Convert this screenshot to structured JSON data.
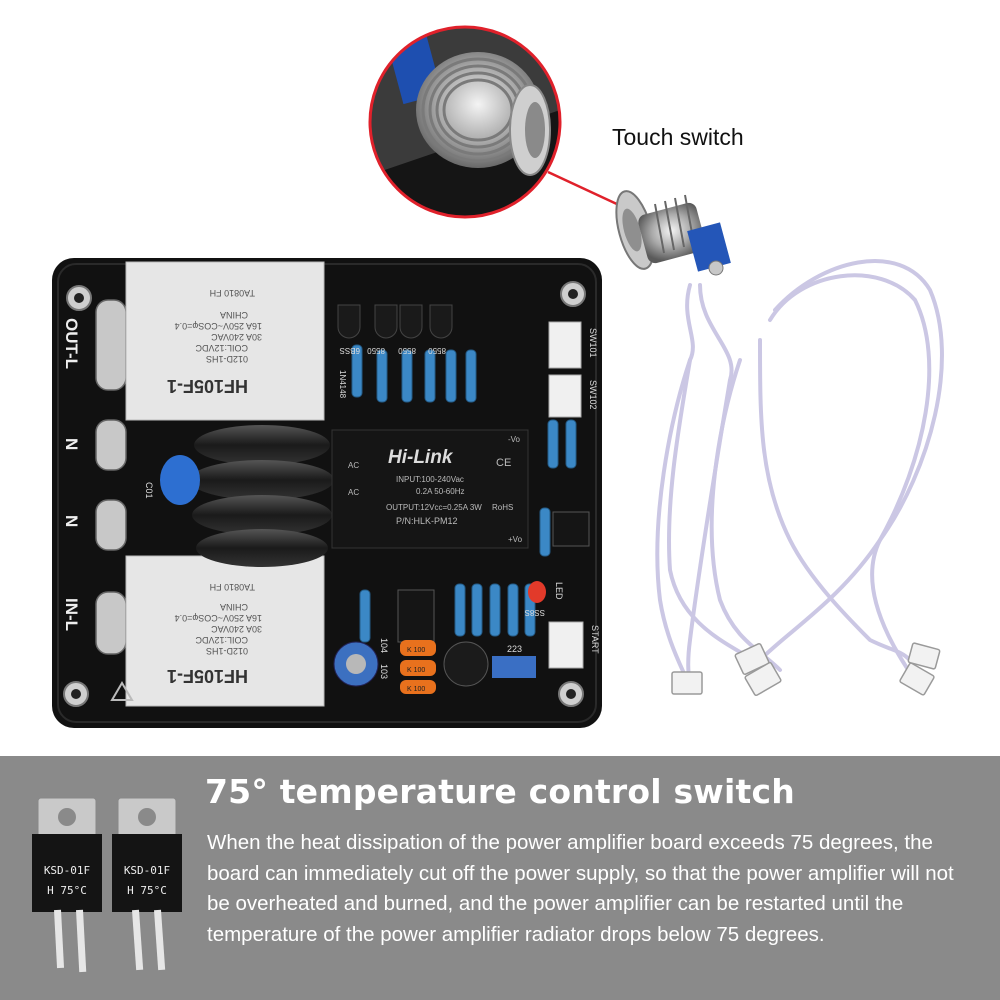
{
  "callout": {
    "label": "Touch switch"
  },
  "board": {
    "terminals": [
      "OUT-L",
      "N",
      "N",
      "IN-L"
    ],
    "relay_model": "HF105F-1",
    "relay_lines": [
      "012D-1HS",
      "COIL:12VDC",
      "30A 240VAC",
      "16A 250V~COSφ=0.4",
      "CHINA",
      "TA0810 FH"
    ],
    "module_brand": "Hi-Link",
    "module_lines": [
      "INPUT:100-240Vac",
      "0.2A 50-60Hz",
      "OUTPUT:12Vcc=0.25A 3W",
      "P/N:HLK-PM12"
    ],
    "module_pins": [
      "AC",
      "AC",
      "-Vo",
      "+Vo",
      "RoHS",
      "CE"
    ],
    "connectors": [
      "SW101",
      "SW102",
      "START"
    ],
    "silkscreen": [
      "C01",
      "LED",
      "103",
      "104",
      "223",
      "1N4148",
      "8550",
      "8550",
      "8550",
      "6BSS",
      "SS8S"
    ],
    "cap_labels": [
      "K 100",
      "K 100",
      "K 100"
    ]
  },
  "info": {
    "title": "75° temperature control switch",
    "body": "When the heat dissipation of the power amplifier board exceeds 75 degrees, the board can immediately cut off the power supply, so that the power amplifier will not be overheated and burned, and the power amplifier can be restarted until the temperature of the power amplifier radiator drops below 75 degrees.",
    "sensor_label": [
      "KSD-01F",
      "H 75°C"
    ]
  },
  "colors": {
    "panel": "#8a8a8a",
    "pcb": "#111111",
    "relay": "#e6e6e6",
    "wire": "#c8c4e0",
    "callout_ring": "#e0212b"
  }
}
